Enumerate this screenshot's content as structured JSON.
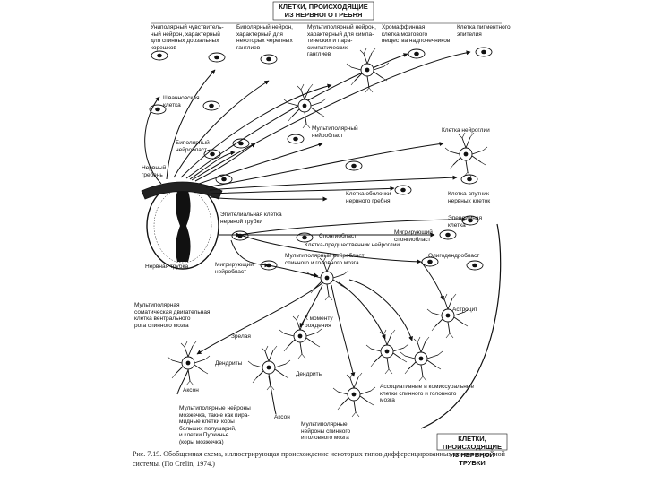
{
  "diagram": {
    "title_top": "КЛЕТКИ, ПРОИСХОДЯЩИЕ\nИЗ НЕРВНОГО ГРЕБНЯ",
    "title_bottom": "КЛЕТКИ, ПРОИСХОДЯЩИЕ\nИЗ НЕРВНОЙ ТРУБКИ",
    "labels": {
      "unipolar": "Униполярный чувствитель-\nный нейрон, характерный\nдля спинных дорзальных\nкорешков",
      "bipolar_sensory": "Биполярный нейрон,\nхарактерный для\nнекоторых черепных\nганглиев",
      "multipolar_neuron": "Мультиполярный нейрон,\nхарактерный для симпа-\nтических и пара-\nсимпатических\nганглиев",
      "chromaffin": "Хромаффинная\nклетка мозгового\nвещества надпочечников",
      "pigment": "Клетка пигментного\nэпителия",
      "schwann": "Шванновская\nклетка",
      "bipolar_neuroblast": "Биполярный\nнейробласт",
      "multipolar_neuroblast": "Мультиполярный\nнейробласт",
      "neuroglia": "Клетка нейроглии",
      "neural_crest": "Нервный\nгребень",
      "sheath_cell": "Клетка оболочки\nнервного гребня",
      "satellite": "Клетка-спутник\nнервных клеток",
      "epithelial_tube": "Эпителиальная клетка\nнервной трубки",
      "neural_tube": "Нервная трубка",
      "ependymal": "Эпендимная\nклетка",
      "spongioblast_migr": "Мигрирующий\nспонгиобласт",
      "spongioblast": "Спонгиобласт",
      "oligodendroblast": "Олигодендробласт",
      "precursor_cell": "Клетка-предшественник нейроглии",
      "migrating_neuroblast": "Мигрирующий\nнейробласт",
      "mp_neuroblast_brain": "Мультиполярный нейробласт\nспинного и головного мозга",
      "astrocyte": "Астроцит",
      "mp_somatic": "Мультиполярная\nсоматическая двигательная\nклетка вентрального\nрога спинного мозга",
      "mature_cell": "Зрелая",
      "early_stage": "К моменту\nрождения",
      "dendrites_left": "Дендриты",
      "axon_left": "Аксон",
      "dendrites_mid": "Дендриты",
      "axon_mid": "Аксон",
      "association": "Ассоциативные и комиссуральные\nклетки спинного и головного\nмозга",
      "purkinje": "Мультиполярные нейроны\nмозжечка, такие как пира-\nмидные клетки коры\nбольших полушарий,\nи клетки Пуркинье\n(коры мозжечка)",
      "mp_neurons_brain": "Мультиполярные\nнейроны спинного\nи головного мозга"
    }
  },
  "caption": "Рис. 7.19. Обобщенная схема, иллюстрирующая происхождение некоторых типов дифференцированных клеток нерв-\nной системы. (По Сrelin, 1974.)"
}
